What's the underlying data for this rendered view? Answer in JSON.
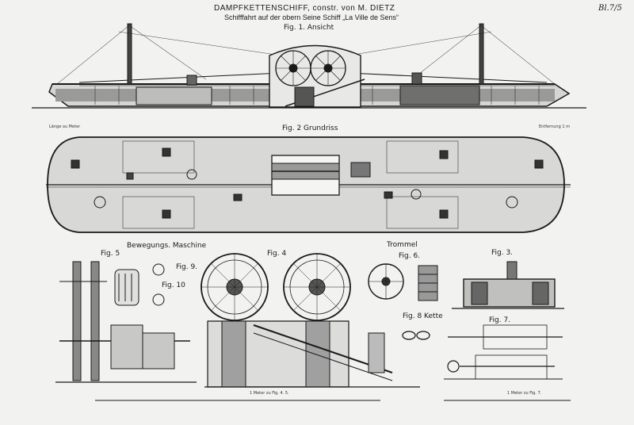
{
  "plate": {
    "plate_number": "Bl.7/5",
    "title": "DAMPFKETTENSCHIFF, constr. von M. DIETZ",
    "subtitle": "Schifffahrt auf der obern Seine Schiff „La Ville de Sens“"
  },
  "figures": {
    "fig1": "Fig. 1. Ansicht",
    "fig2": "Fig. 2 Grundriss",
    "fig3": "Fig. 3.",
    "fig4": "Fig. 4",
    "fig5": "Fig. 5",
    "fig6": "Fig. 6.",
    "fig7": "Fig. 7.",
    "fig8": "Fig. 8 Kette",
    "fig9": "Fig. 9.",
    "fig10": "Fig. 10"
  },
  "headings": {
    "engine": "Bewegungs. Maschine",
    "drum": "Trommel"
  },
  "scale_notes": {
    "left_scale": "Länge ou Meter",
    "right_scale": "Entfernung 1 m",
    "bottom_scale_a": "1 Meter zu Fig. 4. 5.",
    "bottom_scale_b": "1 Meter zu Fig. 7."
  },
  "colors": {
    "ink": "#1a1a1a",
    "paper": "#f2f2f0",
    "hull_shade": "#8a8a88",
    "deck_shade": "#c8c8c6"
  }
}
